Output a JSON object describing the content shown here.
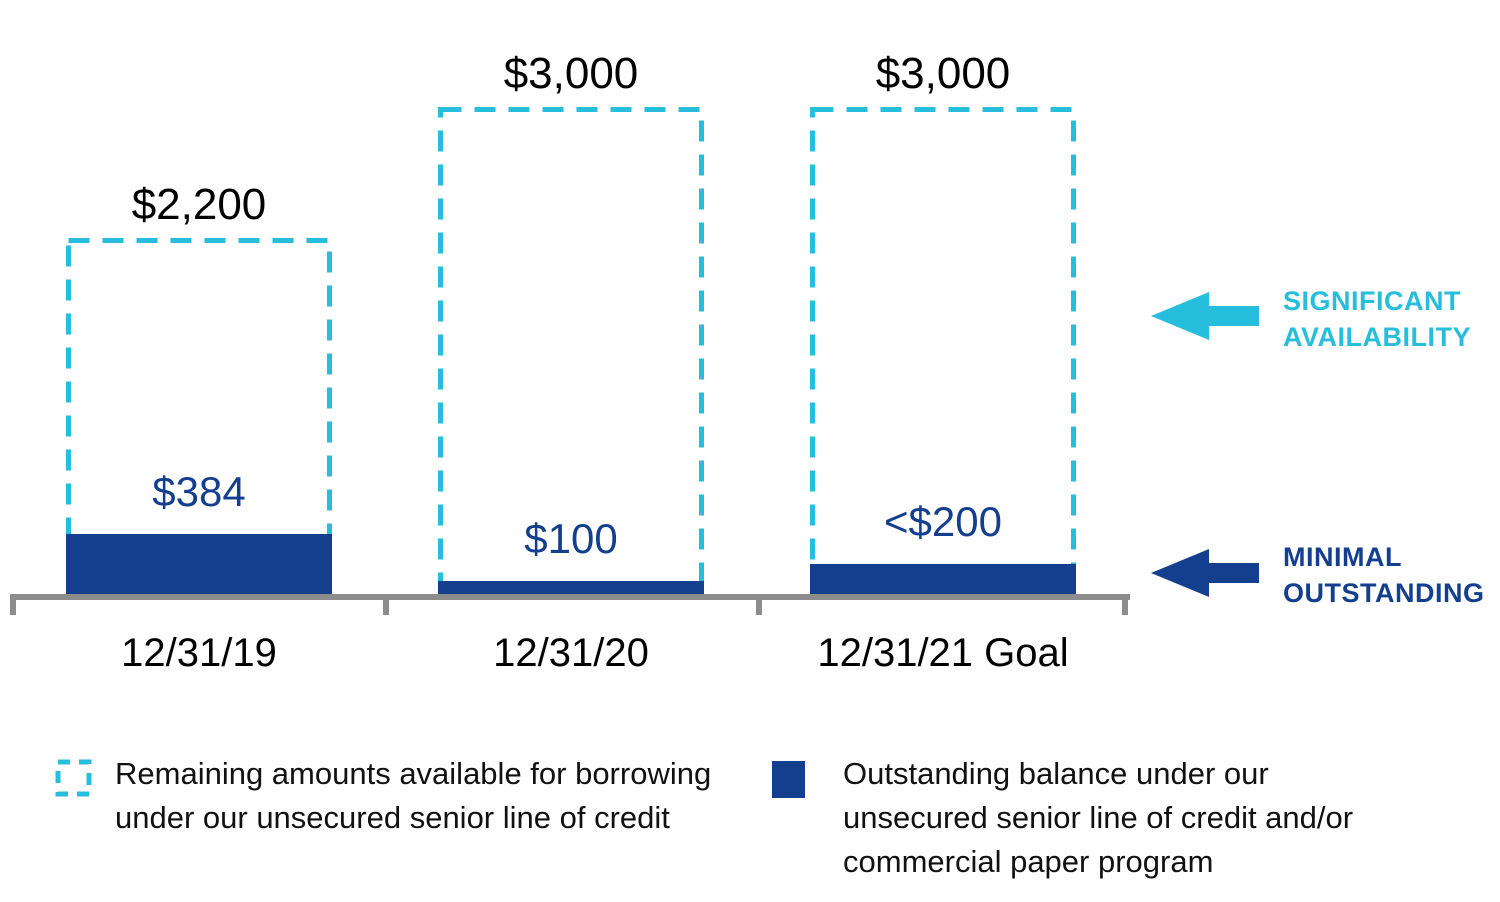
{
  "chart_data": {
    "type": "bar",
    "categories": [
      "12/31/19",
      "12/31/20",
      "12/31/21 Goal"
    ],
    "ylim": [
      0,
      3000
    ],
    "grid": false,
    "legend_position": "bottom",
    "series": [
      {
        "name": "Outstanding balance under our unsecured senior line of credit and/or commercial paper program",
        "values": [
          384,
          100,
          200
        ],
        "data_labels": [
          "$384",
          "$100",
          "<$200"
        ],
        "style": "solid-navy"
      },
      {
        "name": "Remaining amounts available for borrowing under our unsecured senior line of credit",
        "values": [
          1816,
          2900,
          2800
        ],
        "style": "dashed-cyan-outline"
      }
    ],
    "totals": {
      "values": [
        2200,
        3000,
        3000
      ],
      "data_labels": [
        "$2,200",
        "$3,000",
        "$3,000"
      ]
    }
  },
  "annotations": {
    "significant_availability": {
      "line1": "SIGNIFICANT",
      "line2": "AVAILABILITY"
    },
    "minimal_outstanding": {
      "line1": "MINIMAL",
      "line2": "OUTSTANDING"
    }
  },
  "legend": {
    "remaining": {
      "text": "Remaining amounts available for borrowing under our unsecured senior line of credit"
    },
    "outstanding": {
      "text": "Outstanding balance under our unsecured senior line of credit and/or commercial paper program"
    }
  },
  "colors": {
    "cyan": "#26bedc",
    "navy": "#143f8f",
    "axis_gray": "#8c8c8c",
    "label_black": "#000000"
  }
}
